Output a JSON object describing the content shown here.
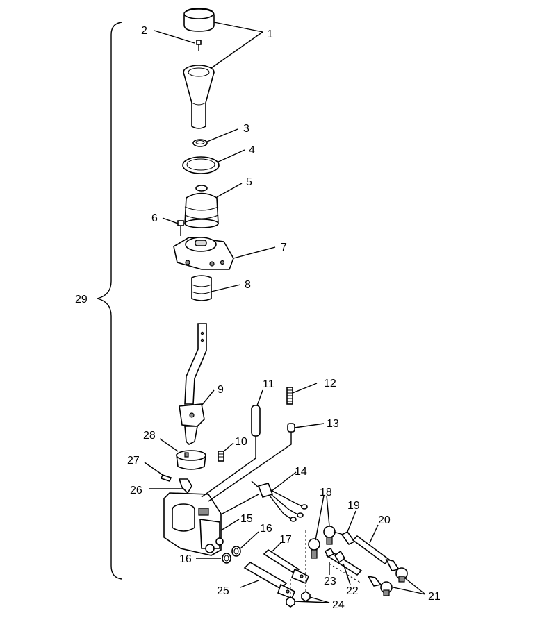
{
  "labels": {
    "p1": "1",
    "p2": "2",
    "p3": "3",
    "p4": "4",
    "p5": "5",
    "p6": "6",
    "p7": "7",
    "p8": "8",
    "p9": "9",
    "p10": "10",
    "p11": "11",
    "p12": "12",
    "p13": "13",
    "p14": "14",
    "p15": "15",
    "p16a": "16",
    "p16b": "16",
    "p17": "17",
    "p18": "18",
    "p19": "19",
    "p20": "20",
    "p21": "21",
    "p22": "22",
    "p23": "23",
    "p24": "24",
    "p25": "25",
    "p26": "26",
    "p27": "27",
    "p28": "28",
    "p29": "29"
  }
}
